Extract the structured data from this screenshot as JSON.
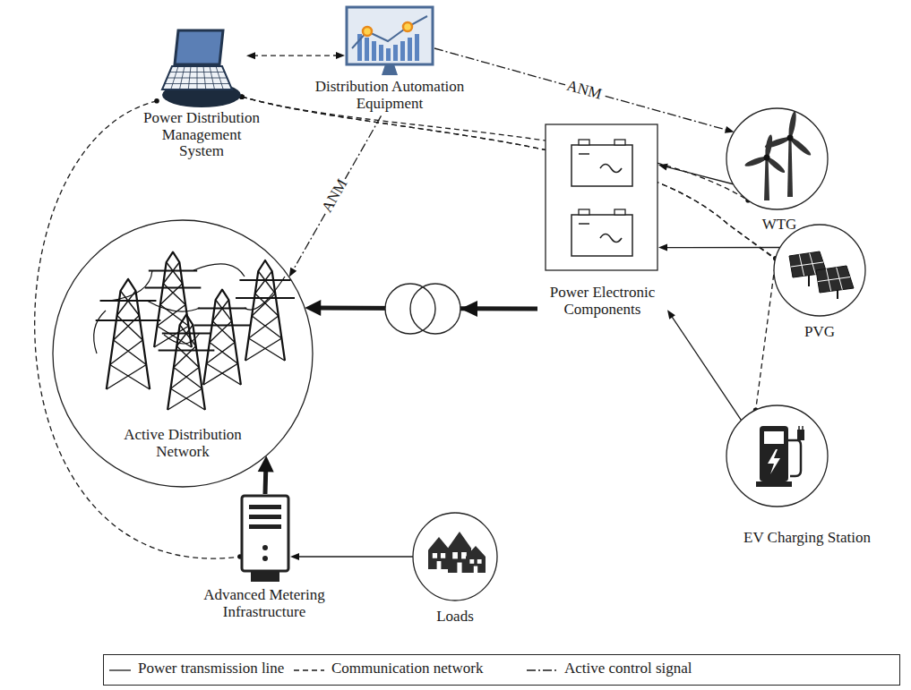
{
  "diagram": {
    "nodes": [
      {
        "text": [
          "Power Distribution Management System"
        ]
      },
      {
        "text": [
          "Distribution Automation Equipment"
        ]
      },
      {
        "text": [
          "WTG"
        ]
      },
      {
        "text": [
          "Active Distribution Network"
        ]
      },
      {
        "text": [
          "Power Electronic Components"
        ]
      },
      {
        "text": [
          "PVG"
        ]
      },
      {
        "text": [
          "EV Charging Station"
        ]
      },
      {
        "text": [
          "Advanced Metering Infrastructure"
        ]
      },
      {
        "text": [
          "Loads"
        ]
      }
    ],
    "edges": [
      {
        "from": 0,
        "to": 1,
        "arrow": "both"
      },
      {
        "from": 1,
        "to": 2,
        "label": "ANM",
        "arrow": "to"
      },
      {
        "from": 1,
        "to": 3,
        "label": "ANM",
        "arrow": "to"
      },
      {
        "from": 2,
        "to": 4,
        "arrow": "to"
      },
      {
        "from": 5,
        "to": 4,
        "arrow": "to"
      },
      {
        "from": 6,
        "to": 4,
        "arrow": "to"
      },
      {
        "from": 4,
        "to": 3,
        "arrow": "to"
      },
      {
        "from": 7,
        "to": 3,
        "arrow": "to"
      },
      {
        "from": 8,
        "to": 7,
        "arrow": "to"
      },
      {
        "from": 0,
        "to": 2,
        "arrow": "none"
      },
      {
        "from": 0,
        "to": 5,
        "arrow": "none"
      },
      {
        "from": 0,
        "to": 6,
        "arrow": "none"
      },
      {
        "from": 0,
        "to": 7,
        "arrow": "none"
      }
    ],
    "legend": [
      {
        "text": "Power transmission line"
      },
      {
        "text": "Communication network"
      },
      {
        "text": "Active control signal"
      }
    ]
  }
}
